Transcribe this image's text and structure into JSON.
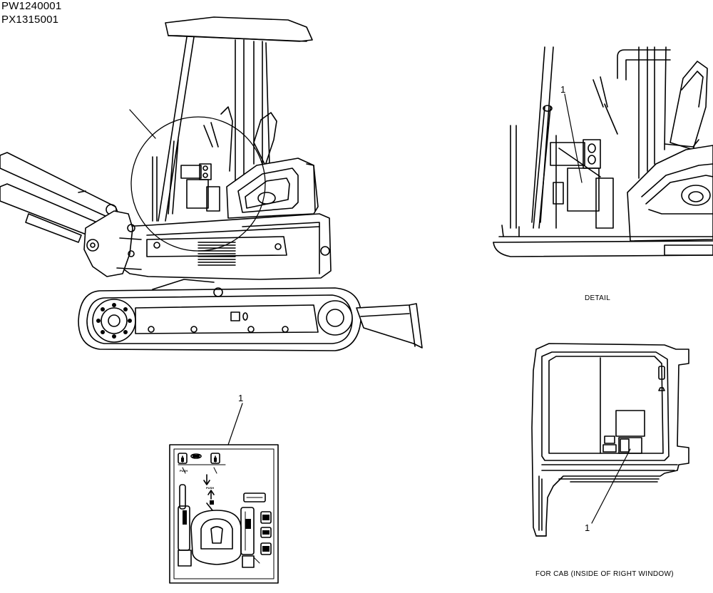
{
  "header": {
    "codes": [
      "PW1240001",
      "PX1315001"
    ]
  },
  "captions": {
    "detail": "DETAIL",
    "cab": "FOR CAB (INSIDE OF RIGHT WINDOW)"
  },
  "callouts": {
    "detail_ref": "1",
    "decal_ref": "1",
    "cab_ref": "1"
  },
  "decal": {
    "push_label_1": "PUSH",
    "push_label_2": "PUSH"
  }
}
